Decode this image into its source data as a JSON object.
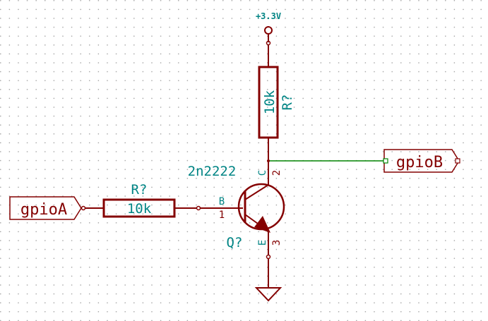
{
  "power": {
    "label": "+3.3V"
  },
  "resistor_collector": {
    "reference": "R?",
    "value": "10k"
  },
  "resistor_base": {
    "reference": "R?",
    "value": "10k"
  },
  "transistor": {
    "part": "2n2222",
    "reference": "Q?",
    "pin_base_letter": "B",
    "pin_base_number": "1",
    "pin_collector_letter": "C",
    "pin_collector_number": "2",
    "pin_emitter_letter": "E",
    "pin_emitter_number": "3"
  },
  "label_input": {
    "text": "gpioA"
  },
  "label_output": {
    "text": "gpioB"
  },
  "colors": {
    "component": "#840000",
    "text": "#008484",
    "wire": "#008400",
    "grid": "#a0a0a0",
    "background": "#ffffff"
  }
}
